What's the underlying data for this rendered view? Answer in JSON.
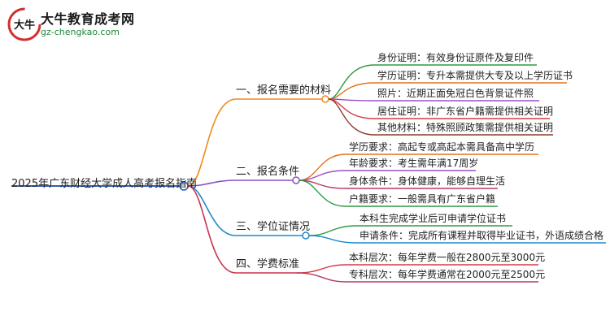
{
  "logo": {
    "name_cn": "大牛教育成考网",
    "domain": "gz-chengkao.com",
    "emblem_text": "大牛"
  },
  "colors": {
    "root_line": "#2f5fb4",
    "branch1": "#f08a1c",
    "branch2": "#8a4fc7",
    "branch3": "#1e8ac9",
    "branch4": "#c7344c",
    "leaf_green": "#2f9a43",
    "leaf_orange": "#e2731b",
    "leaf_purple": "#9b4fc6",
    "leaf_red": "#d23b4a",
    "leaf_brown": "#8c3d2f",
    "leaf_pink": "#b53a66"
  },
  "root": {
    "label": "2025年广东财经大学成人高考报名指南"
  },
  "branches": [
    {
      "label": "一、报名需要的材料",
      "items": [
        "身份证明：有效身份证原件及复印件",
        "学历证明：专升本需提供大专及以上学历证书",
        "照片：近期正面免冠白色背景证件照",
        "居住证明：非广东省户籍需提供相关证明",
        "其他材料：特殊照顾政策需提供相关证明"
      ]
    },
    {
      "label": "二、报名条件",
      "items": [
        "学历要求：高起专或高起本需具备高中学历",
        "年龄要求：考生需年满17周岁",
        "身体条件：身体健康，能够自理生活",
        "户籍要求：一般需具有广东省户籍"
      ]
    },
    {
      "label": "三、学位证情况",
      "items": [
        "本科生完成学业后可申请学位证书",
        "申请条件：完成所有课程并取得毕业证书，外语成绩合格"
      ]
    },
    {
      "label": "四、学费标准",
      "items": [
        "本科层次：每年学费一般在2800元至3000元",
        "专科层次：每年学费通常在2000元至2500元"
      ]
    }
  ]
}
